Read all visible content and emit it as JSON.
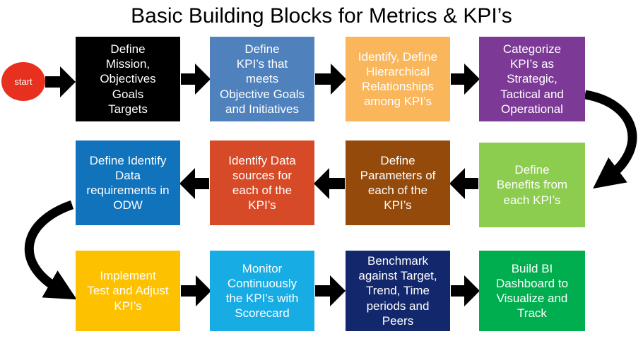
{
  "title": "Basic Building Blocks for Metrics & KPI’s",
  "start": {
    "label": "start",
    "color": "#E8301F"
  },
  "arrows": {
    "color": "#000000"
  },
  "steps": [
    {
      "id": "define-mission",
      "label": "Define\nMission,\nObjectives\nGoals\nTargets",
      "color": "#000000"
    },
    {
      "id": "define-kpis",
      "label": "Define\nKPI’s that\nmeets\nObjective Goals\nand Initiatives",
      "color": "#4F81BD"
    },
    {
      "id": "identify-hierarchical",
      "label": "Identify, Define\nHierarchical\nRelationships\namong KPI’s",
      "color": "#F9B65B"
    },
    {
      "id": "categorize-kpis",
      "label": "Categorize\nKPI’s as\nStrategic,\nTactical and\nOperational",
      "color": "#7C3996"
    },
    {
      "id": "define-data-requirements",
      "label": "Define Identify\nData\nrequirements in\nODW",
      "color": "#1173BC"
    },
    {
      "id": "identify-data-sources",
      "label": "Identify Data\nsources for\neach of the\nKPI’s",
      "color": "#D74A28"
    },
    {
      "id": "define-parameters",
      "label": "Define\nParameters of\neach of the\nKPI’s",
      "color": "#944A0B"
    },
    {
      "id": "define-benefits",
      "label": "Define\nBenefits from\neach KPI’s",
      "color": "#8CCC4E"
    },
    {
      "id": "implement-test-adjust",
      "label": "Implement\nTest and Adjust\nKPI’s",
      "color": "#FEC100"
    },
    {
      "id": "monitor-continuously",
      "label": "Monitor\nContinuously\nthe KPI’s with\nScorecard",
      "color": "#17ACE4"
    },
    {
      "id": "benchmark",
      "label": "Benchmark\nagainst Target,\nTrend, Time\nperiods and\nPeers",
      "color": "#13286C"
    },
    {
      "id": "build-bi-dashboard",
      "label": "Build BI\nDashboard to\nVisualize and\nTrack",
      "color": "#00AE4F"
    }
  ]
}
